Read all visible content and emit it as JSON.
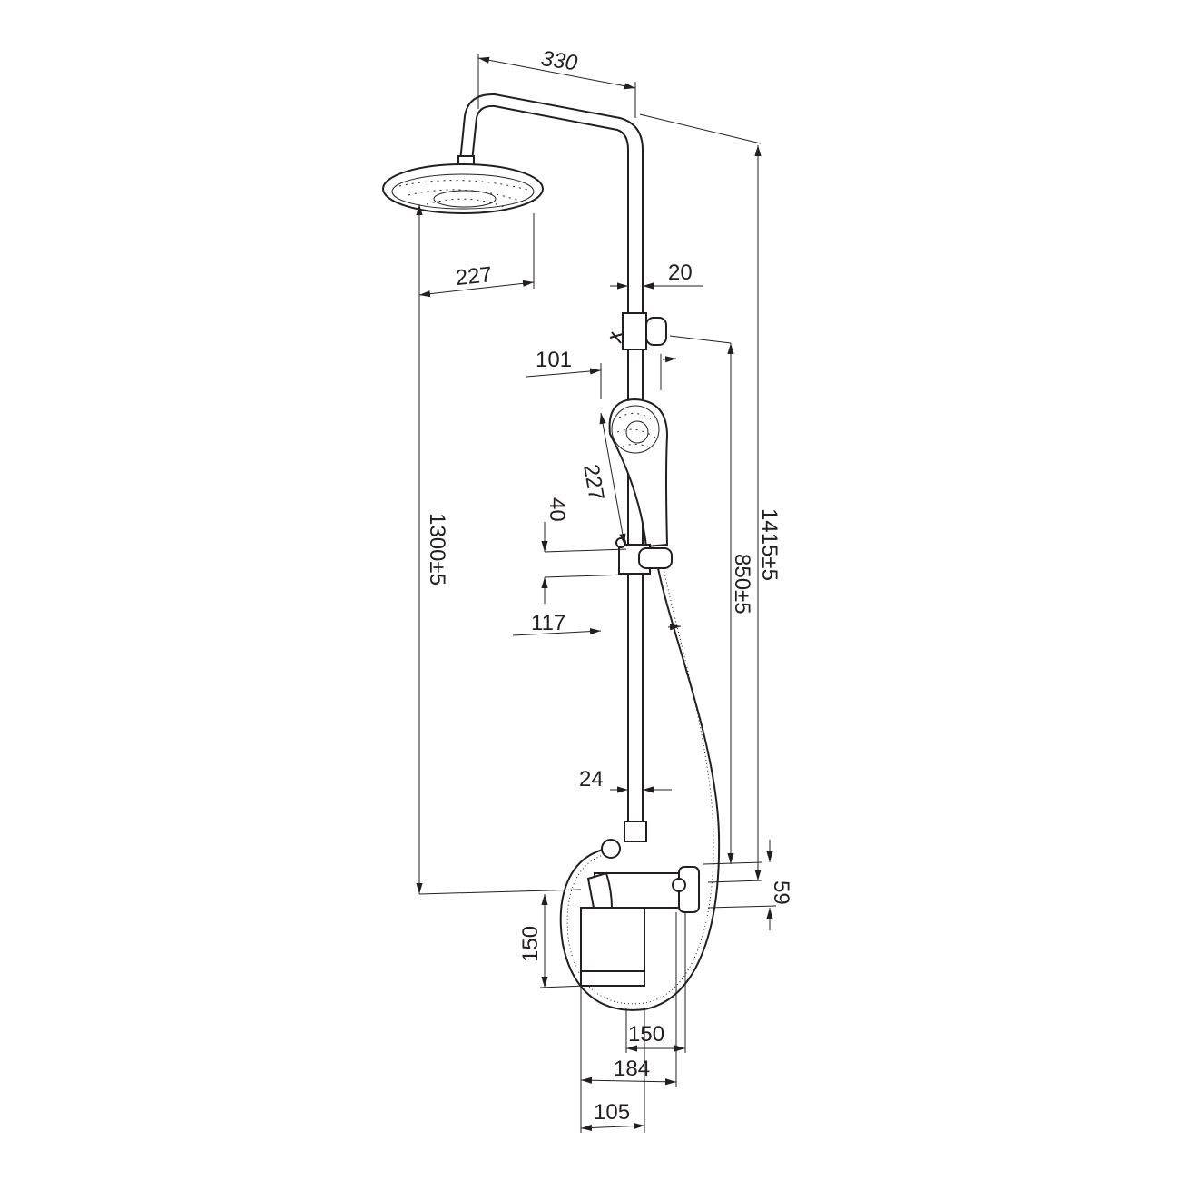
{
  "title": "Shower system dimension drawing",
  "dimensions": {
    "arm_reach": "330",
    "head_diameter": "227",
    "pipe_diameter": "20",
    "holder_offset": "101",
    "hand_shower_length": "227",
    "slider_height": "40",
    "total_head_height": "1300±5",
    "slider_offset": "117",
    "rail_height": "850±5",
    "total_height": "1415±5",
    "lower_pipe_diameter": "24",
    "mixer_offset": "59",
    "mixer_height": "150",
    "centers_distance": "150",
    "mixer_width": "184",
    "wall_depth": "105"
  },
  "colors": {
    "line": "#231f20",
    "background": "#ffffff"
  }
}
